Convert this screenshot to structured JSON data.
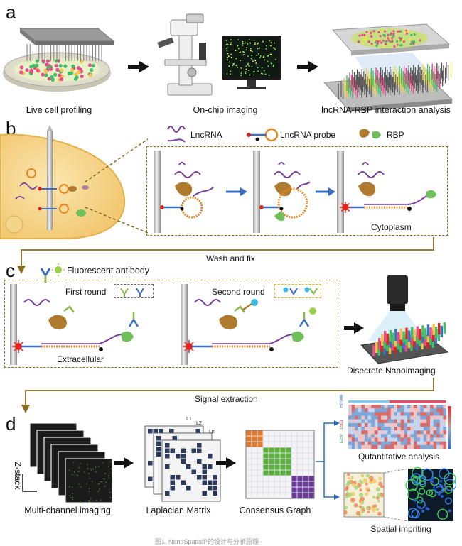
{
  "panel_labels": {
    "a": "a",
    "b": "b",
    "c": "c",
    "d": "d"
  },
  "panel_a": {
    "step1": "Live cell profiling",
    "step2": "On-chip imaging",
    "step3": "lncRNA-RBP interaction analysis"
  },
  "panel_b": {
    "legend_lncrna": "LncRNA",
    "legend_probe": "LncRNA probe",
    "legend_rbp": "RBP",
    "region": "Cytoplasm",
    "transition": "Wash and fix"
  },
  "panel_c": {
    "legend_antibody": "Fluorescent antibody",
    "first_round": "First round",
    "second_round": "Second round",
    "region": "Extracellular",
    "nanoimaging": "Disecrete Nanoimaging",
    "transition": "Signal extraction"
  },
  "panel_d": {
    "zstack": "Z-stack",
    "step1": "Multi-channel imaging",
    "step2": "Laplacian Matrix",
    "step3": "Consensus Graph",
    "quant": "Qutantitative analysis",
    "spatial": "Spatial impriting",
    "matrix_labels": [
      "L1",
      "L2",
      "Ln"
    ],
    "heatmap_row_labels": [
      "HOTAIR",
      "LSD1",
      "EZH2"
    ]
  },
  "footer_caption": "图1. NanoSpatialP的设计与分析原理",
  "colors": {
    "frame": "#8a6a1e",
    "arrow_blue": "#3a6fc4",
    "rbp_brown": "#b07a2e",
    "lncrna_purple": "#7a3fa0",
    "signal_red": "#e2231a",
    "heat_red": "#c0392b",
    "heat_blue": "#2e6db4"
  }
}
